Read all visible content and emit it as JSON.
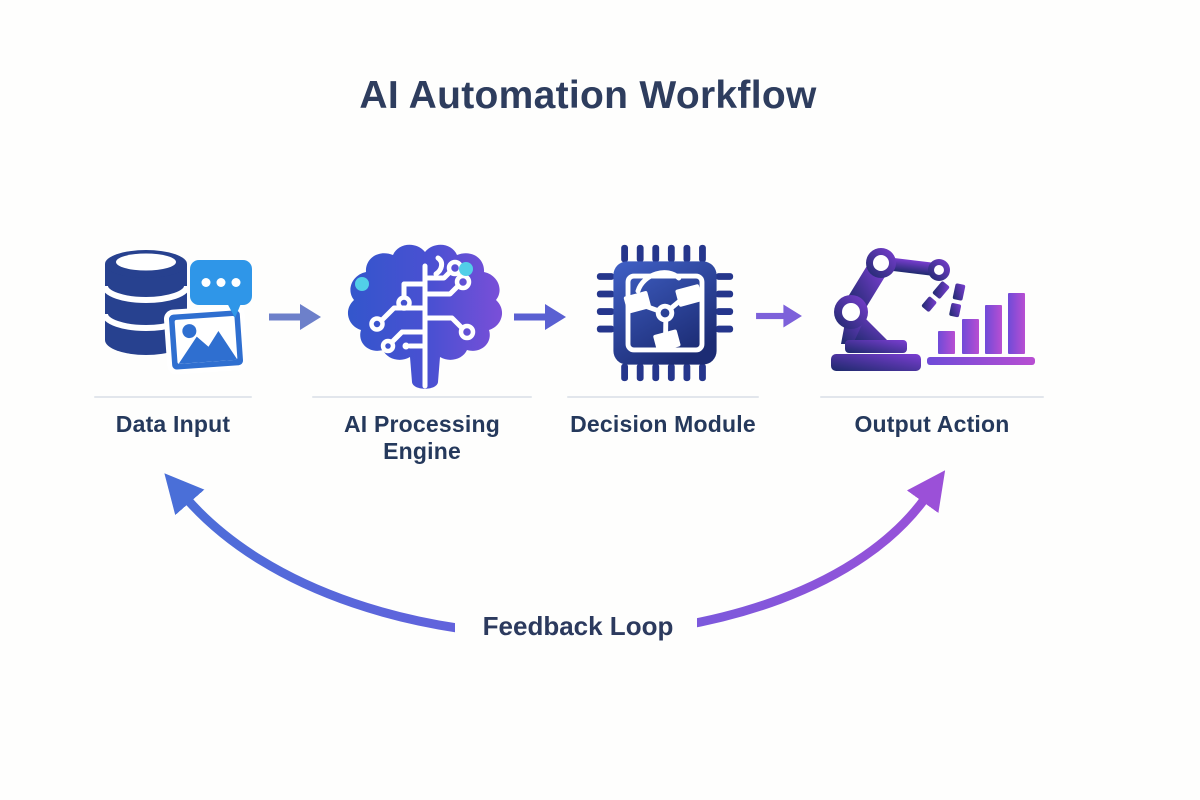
{
  "title": "AI Automation Workflow",
  "stages": [
    {
      "label": "Data Input",
      "icon": "data-input-icon"
    },
    {
      "label": "AI Processing Engine",
      "icon": "ai-brain-icon"
    },
    {
      "label": "Decision Module",
      "icon": "chip-icon"
    },
    {
      "label": "Output Action",
      "icon": "robot-arm-chart-icon"
    }
  ],
  "connectors": {
    "arrow_count": 3,
    "direction": "left-to-right"
  },
  "feedback": {
    "label": "Feedback Loop",
    "from": "Output Action",
    "to": "Data Input"
  },
  "colors": {
    "title_text": "#2e3d5e",
    "label_text": "#25395c",
    "navy": "#27418f",
    "sky_blue": "#2f96e8",
    "medium_blue": "#2f6fd0",
    "indigo": "#5c64d4",
    "purple": "#9b50d8",
    "cyan_dot": "#52cfe8",
    "arrow1": "#6d80ca",
    "arrow2": "#5a60d2",
    "arrow3": "#7d61da",
    "feedback_left": "#4a6fd8",
    "feedback_right": "#9b50d8",
    "divider": "#e2e6ec"
  }
}
